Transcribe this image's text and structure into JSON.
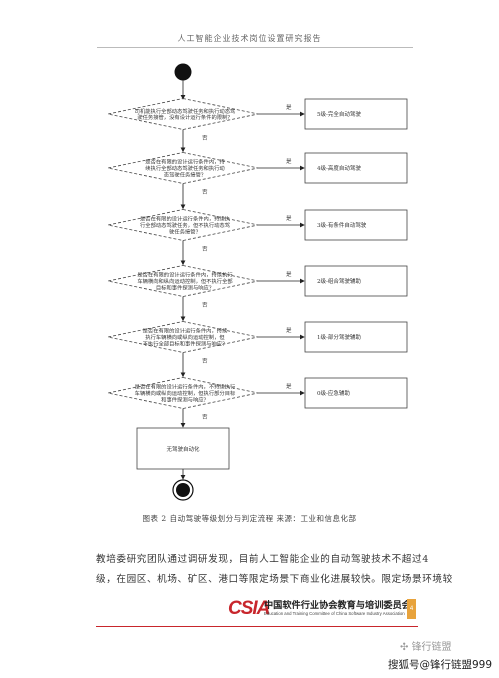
{
  "header": {
    "title": "人工智能企业技术岗位设置研究报告"
  },
  "flowchart": {
    "decisions": [
      {
        "lines": [
          "司机能执行全部动态驾驶任务和执行动态驾",
          "驶任务接管，没有设计运行条件的限制？"
        ]
      },
      {
        "lines": [
          "是否在有限的设计运行条件内，持",
          "续执行全部动态驾驶任务和执行动",
          "态驾驶任务接管？"
        ]
      },
      {
        "lines": [
          "是否在有限的设计运行条件内，持续执",
          "行全部动态驾驶任务，但不执行动态驾",
          "驶任务接管？"
        ]
      },
      {
        "lines": [
          "是否在有限的设计运行条件内，持续执行",
          "车辆横向和纵向运动控制，但不执行全部",
          "目标和事件探测与响应？"
        ]
      },
      {
        "lines": [
          "是否在有限的设计运行条件内，持续",
          "执行车辆横向或纵向运动控制，但",
          "不执行全部目标和事件探测与响应？"
        ]
      },
      {
        "lines": [
          "是否在有限的设计运行条件内，不持续执行",
          "车辆横向或纵向运动控制，但执行部分目标",
          "和事件探测与响应？"
        ]
      }
    ],
    "levels": [
      "5级-完全自动驾驶",
      "4级-高度自动驾驶",
      "3级-有条件自动驾驶",
      "2级-组合驾驶辅助",
      "1级-部分驾驶辅助",
      "0级-应急辅助"
    ],
    "yes_label": "是",
    "no_label": "否",
    "final_box": "无驾驶自动化"
  },
  "caption": "图表 2  自动驾驶等级划分与判定流程  来源：工业和信息化部",
  "body": {
    "line1": "教培委研究团队通过调研发现，目前人工智能企业的自动驾驶技术不超过4",
    "line2": "级，在园区、机场、矿区、港口等限定场景下商业化进展较快。限定场景环境较"
  },
  "footer": {
    "logo_mark": "CSIA",
    "org_cn": "中国软件行业协会教育与培训委员会",
    "org_en": "Education and Training Committee of China Software Industry Association",
    "page_number": "4"
  },
  "watermark": {
    "top": "锋行链盟",
    "bottom": "搜狐号@锋行链盟999"
  }
}
